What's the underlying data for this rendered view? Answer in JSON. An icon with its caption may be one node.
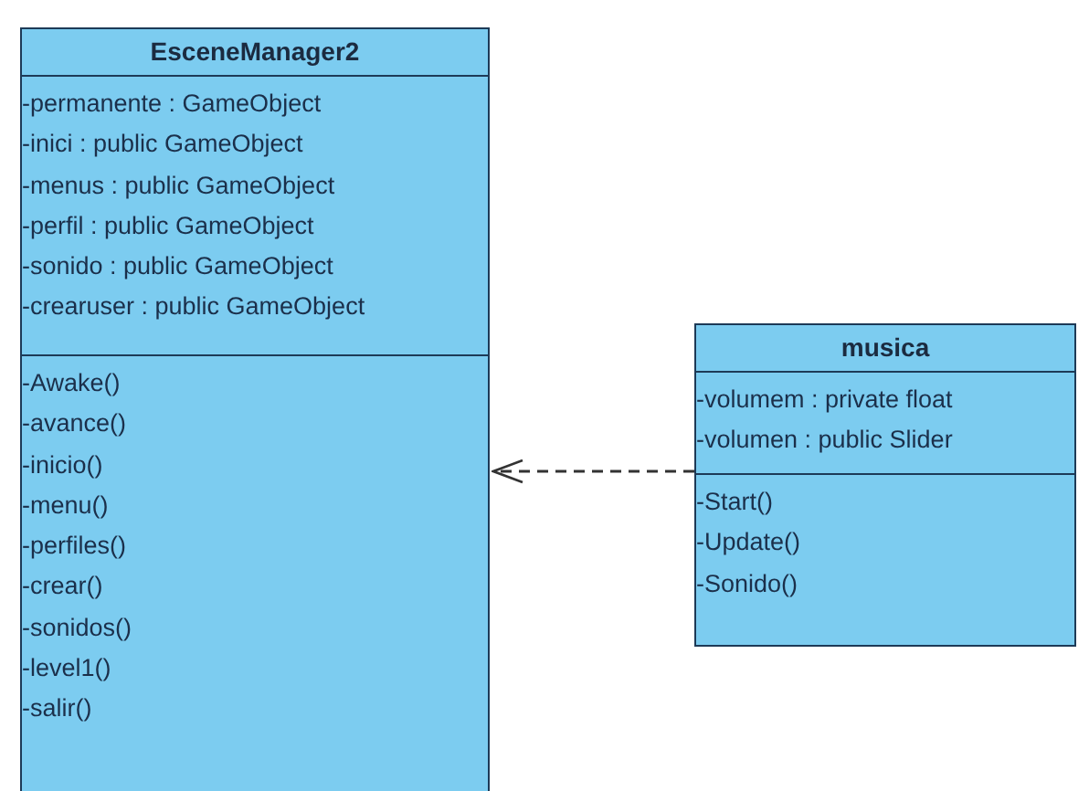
{
  "diagram": {
    "nodes": [
      {
        "text": [
          "EsceneManager2"
        ]
      },
      {
        "text": [
          "-permanente : GameObject",
          "-inici : public GameObject",
          "-menus : public GameObject",
          "-perfil : public GameObject",
          "-sonido : public GameObject",
          "-crearuser : public GameObject"
        ],
        "in": 0
      },
      {
        "text": [
          "-Awake()",
          "-avance()",
          "-inicio()",
          "-menu()",
          "-perfiles()",
          "-crear()",
          "-sonidos()",
          "-level1()",
          "-salir()"
        ],
        "in": 0
      },
      {
        "text": [
          "musica"
        ]
      },
      {
        "text": [
          "-volumem : private float",
          "-volumen : public Slider"
        ],
        "in": 3
      },
      {
        "text": [
          "-Start()",
          "-Update()",
          "-Sonido()"
        ],
        "in": 3
      }
    ],
    "edges": [
      {
        "from": 3,
        "to": 0,
        "arrow": "to",
        "style": "dashed"
      }
    ]
  }
}
